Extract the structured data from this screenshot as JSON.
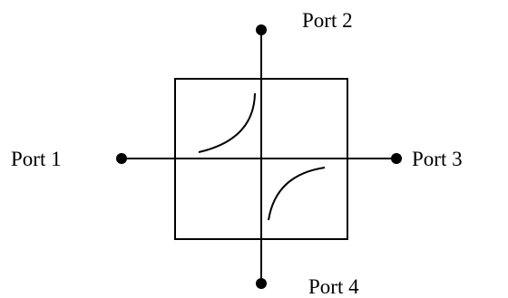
{
  "diagram": {
    "ports": [
      {
        "id": "port-1",
        "label": "Port 1"
      },
      {
        "id": "port-2",
        "label": "Port 2"
      },
      {
        "id": "port-3",
        "label": "Port 3"
      },
      {
        "id": "port-4",
        "label": "Port 4"
      }
    ]
  }
}
